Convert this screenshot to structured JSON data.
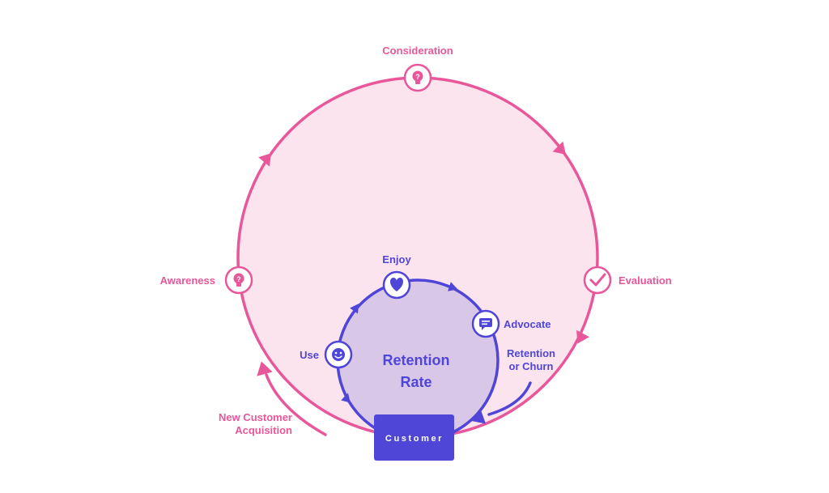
{
  "outer_cycle": {
    "stages": [
      {
        "label": "Consideration",
        "icon": "question-bulb-icon"
      },
      {
        "label": "Evaluation",
        "icon": "checkmark-icon"
      },
      {
        "label": "Awareness",
        "icon": "question-bulb-icon"
      }
    ],
    "acquisition_label_line1": "New Customer",
    "acquisition_label_line2": "Acquisition"
  },
  "inner_cycle": {
    "title_line1": "Retention",
    "title_line2": "Rate",
    "stages": [
      {
        "label": "Enjoy",
        "icon": "heart-icon"
      },
      {
        "label": "Advocate",
        "icon": "chat-bubble-icon"
      },
      {
        "label": "Use",
        "icon": "smiley-icon"
      }
    ],
    "retention_label_line1": "Retention",
    "retention_label_line2": "or Churn"
  },
  "customer_box": {
    "label": "Customer"
  },
  "colors": {
    "pink": "#e8579a",
    "pink_fill": "#fce4ee",
    "indigo": "#4f46d8",
    "lavender_fill": "#d9c7e8"
  }
}
